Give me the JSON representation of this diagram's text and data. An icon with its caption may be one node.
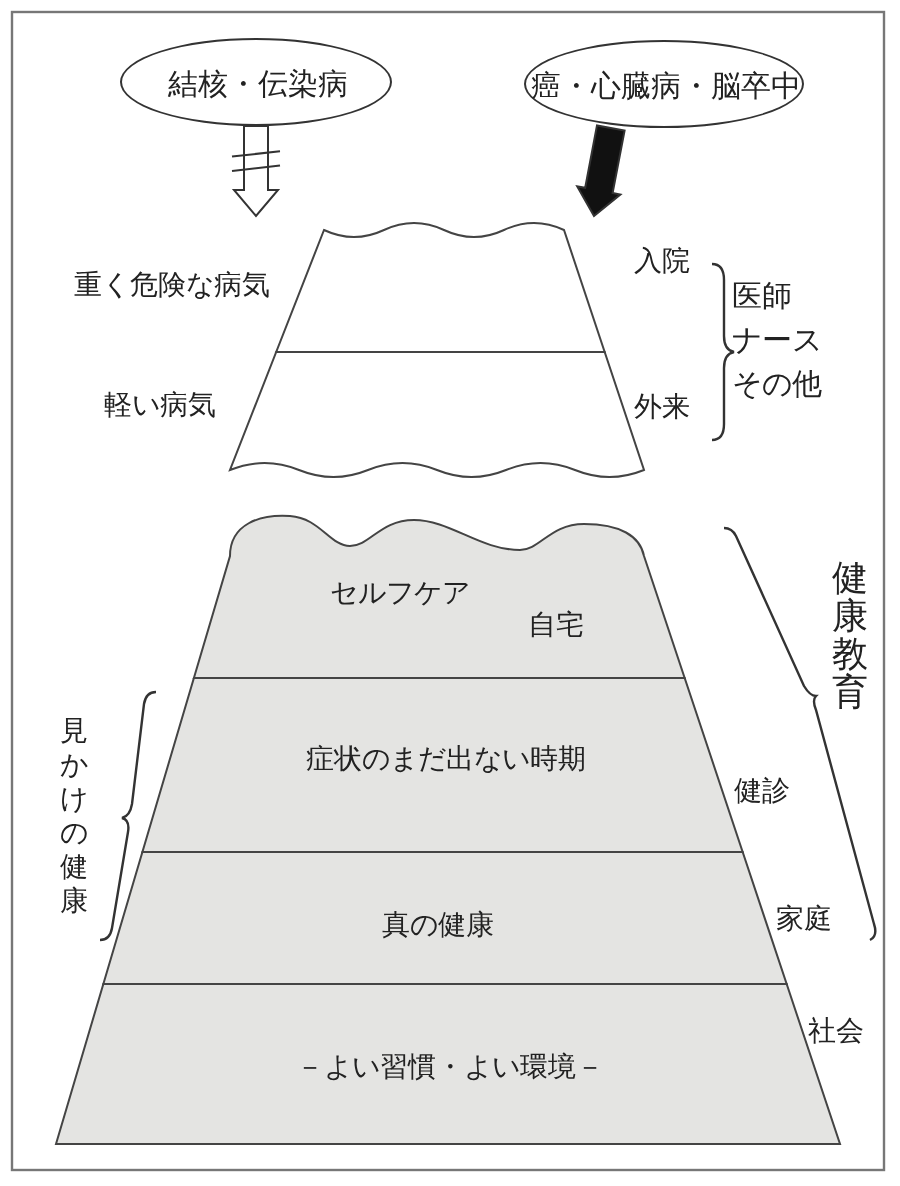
{
  "diagram": {
    "nodes": [
      {
        "text": [
          "結核・伝染病"
        ]
      },
      {
        "text": [
          "癌・心臓病・脳卒中"
        ]
      },
      {
        "text": [
          "重く危険な病気"
        ],
        "beside": [
          "入院"
        ]
      },
      {
        "text": [
          "軽い病気"
        ],
        "beside": [
          "外来"
        ]
      },
      {
        "text": [
          "セルフケア",
          "自宅"
        ]
      },
      {
        "text": [
          "症状のまだ出ない時期"
        ],
        "beside": [
          "健診"
        ]
      },
      {
        "text": [
          "真の健康"
        ],
        "beside": [
          "家庭"
        ]
      },
      {
        "text": [
          "－よい習慣・よい環境－"
        ],
        "beside": [
          "社会"
        ]
      }
    ],
    "edges": [
      {
        "from": 0,
        "to": 2,
        "arrow": "to"
      },
      {
        "from": 1,
        "to": 2,
        "arrow": "to",
        "style": "thick"
      }
    ],
    "labels": [
      "医師",
      "ナース",
      "その他",
      "健康教育",
      "見かけの健康"
    ]
  }
}
